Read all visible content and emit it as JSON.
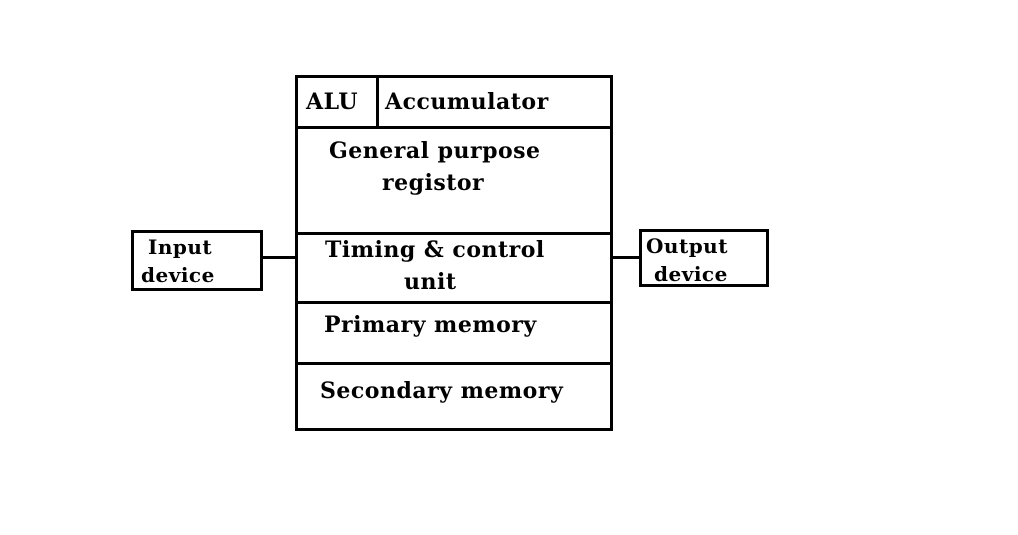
{
  "diagram": {
    "alu": "ALU",
    "accumulator": "Accumulator",
    "general_purpose": {
      "line1": "General purpose",
      "line2": "registor"
    },
    "timing_control": {
      "line1": "Timing & control",
      "line2": "unit"
    },
    "primary_memory": "Primary memory",
    "secondary_memory": "Secondary memory",
    "input_device": {
      "line1": "Input",
      "line2": "device"
    },
    "output_device": {
      "line1": "Output",
      "line2": "device"
    }
  }
}
